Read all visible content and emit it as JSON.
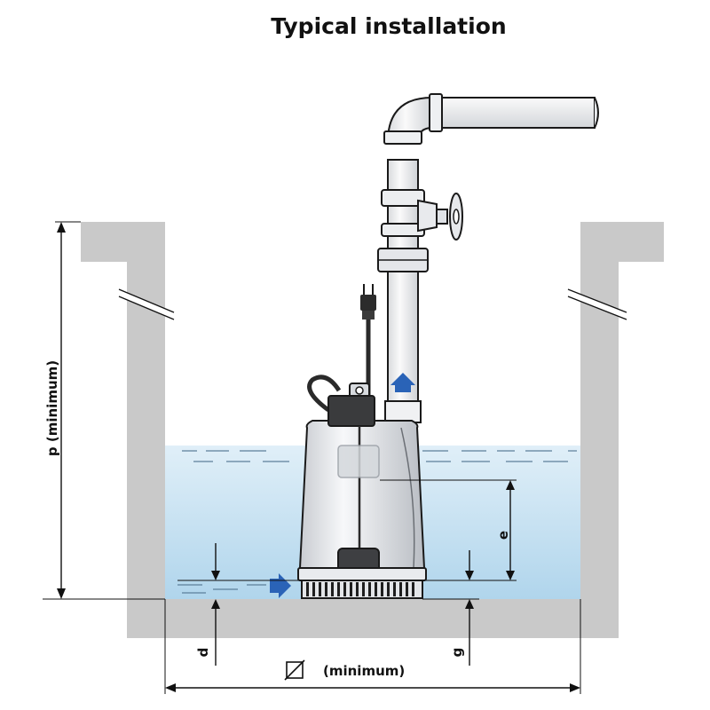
{
  "title": "Typical installation",
  "labels": {
    "p": "p (minimum)",
    "e": "e",
    "d": "d",
    "g": "g",
    "width": "(minimum)"
  },
  "colors": {
    "wall": "#c9c9c9",
    "water_top": "#dcedf7",
    "water_bottom": "#b2d6ed",
    "arrow": "#2a63b7",
    "outline": "#1a1a1a"
  },
  "icons": [
    "flow-arrow-icon",
    "square-diameter-icon",
    "plug-icon",
    "gate-valve-icon"
  ]
}
